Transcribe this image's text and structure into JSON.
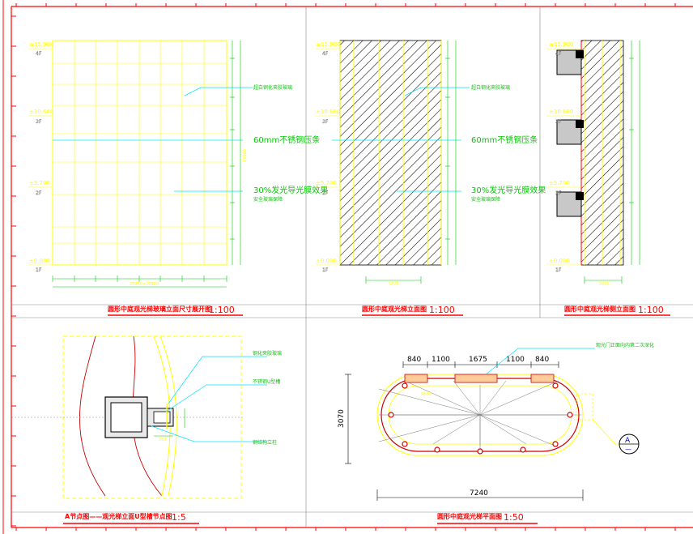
{
  "panels": {
    "p1": {
      "title": "圆形中庭观光梯玻璃立面尺寸展开图",
      "scale": "1:100",
      "levels": [
        "±15.900",
        "4F",
        "±10.600",
        "3F",
        "±5.700",
        "2F",
        "±0.000",
        "1F"
      ],
      "note_top": "超白钢化夹胶玻璃",
      "note_mid": "60mm不锈钢压条",
      "note_bot1": "30%发光导光膜效果",
      "note_bot2": "安全玻璃保障",
      "dim_total": "28800=28800",
      "dim_side": "15900"
    },
    "p2": {
      "title": "圆形中庭观光梯立面图",
      "scale": "1:100",
      "levels": [
        "±15.900",
        "4F",
        "±10.600",
        "3F",
        "±5.700",
        "2F",
        "±0.000",
        "1F"
      ],
      "note_top": "超白钢化夹胶玻璃",
      "note_mid": "60mm不锈钢压条",
      "note_bot1": "30%发光导光膜效果",
      "note_bot2": "安全玻璃保障",
      "dim_bottom": "5800"
    },
    "p3": {
      "title": "圆形中庭观光梯侧立面图",
      "scale": "1:100",
      "levels": [
        "±15.900",
        "4F",
        "±10.600",
        "3F",
        "±5.700",
        "2F",
        "±0.000",
        "1F"
      ],
      "dim_bottom": "2600"
    },
    "p4": {
      "title": "A节点图——观光梯立面U型槽节点图",
      "scale": "1:5",
      "note1": "钢化夹胶玻璃",
      "note2": "不锈钢U型槽",
      "note3": "钢结构立柱",
      "dim": "200"
    },
    "p5": {
      "title": "圆形中庭观光梯平面图",
      "scale": "1:50",
      "note": "观光门正面向内第二次深化",
      "dims_top": [
        "840",
        "1100",
        "1675",
        "1100",
        "840"
      ],
      "dim_left": "3070",
      "dim_bottom": "7240",
      "dim_inner": "3500",
      "section_letter": "A",
      "section_line": "—"
    }
  },
  "colors": {
    "yellow": "#ffff00",
    "red": "#ff0000",
    "green": "#00cc00",
    "cyan": "#00e5ff",
    "black": "#000000",
    "frame": "#ff0000"
  }
}
